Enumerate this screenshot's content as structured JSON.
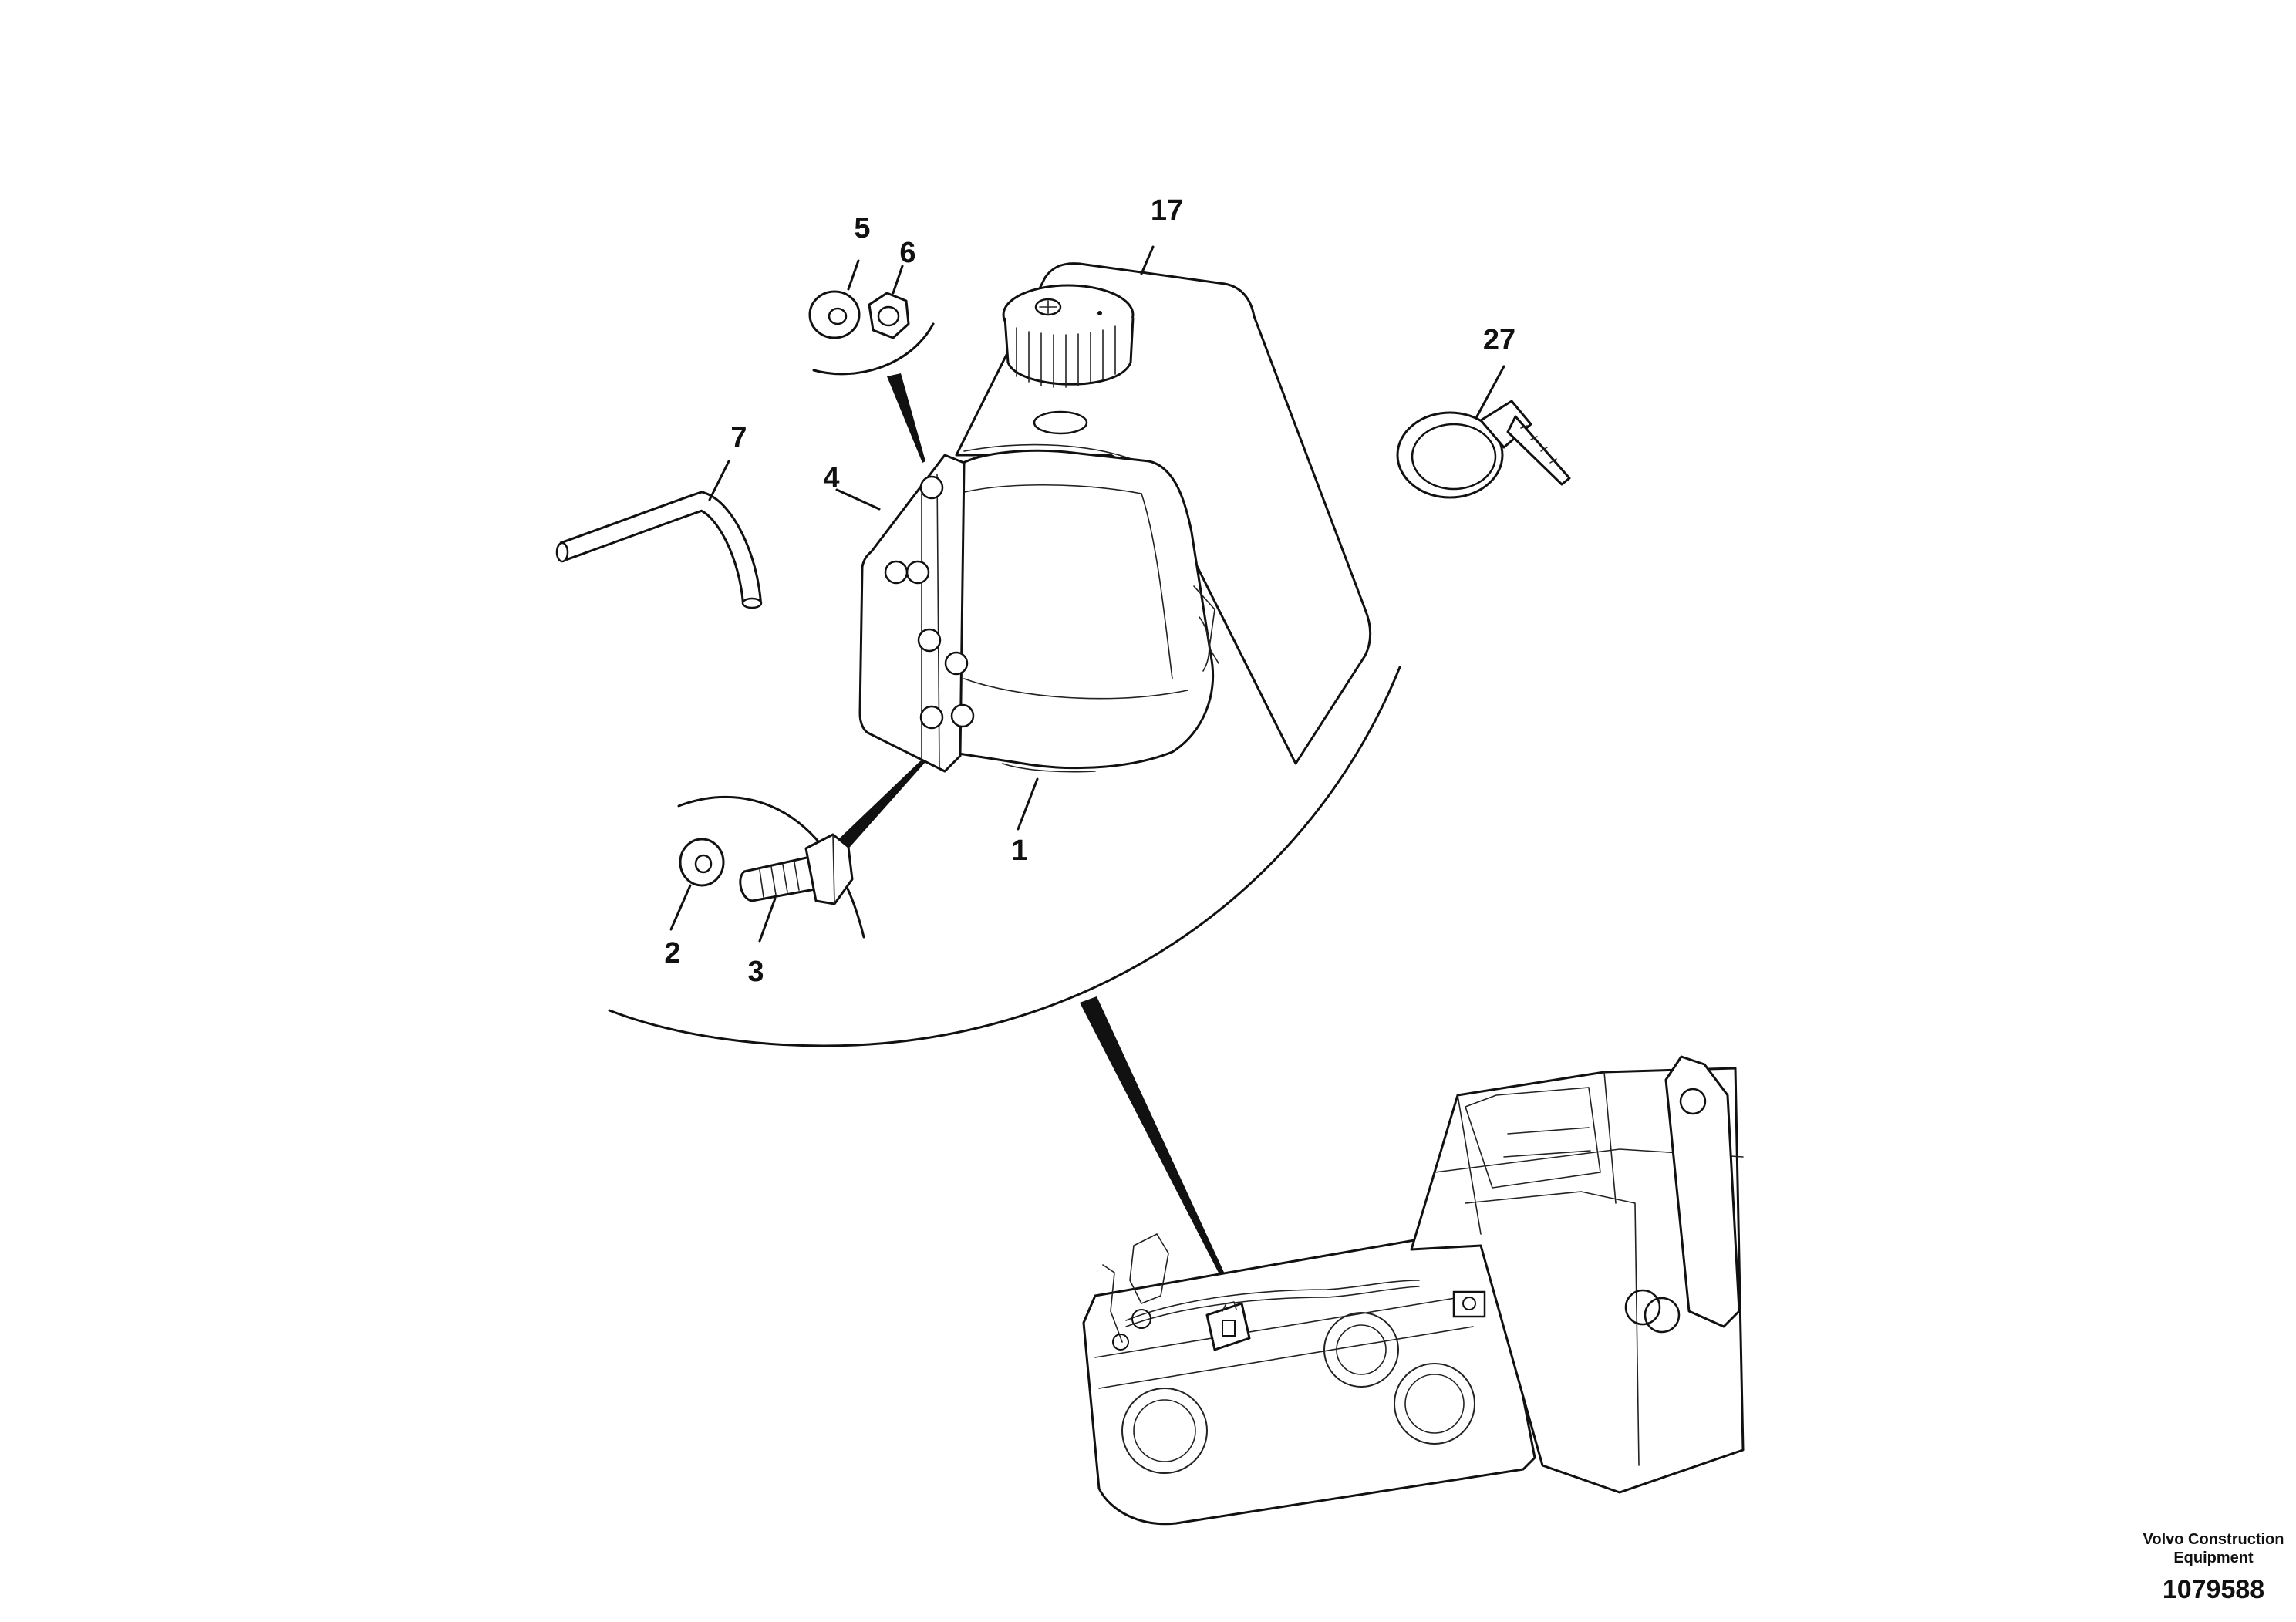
{
  "callouts": [
    {
      "id": "c1",
      "text": "1"
    },
    {
      "id": "c2",
      "text": "2"
    },
    {
      "id": "c3",
      "text": "3"
    },
    {
      "id": "c4",
      "text": "4"
    },
    {
      "id": "c5",
      "text": "5"
    },
    {
      "id": "c6",
      "text": "6"
    },
    {
      "id": "c7",
      "text": "7"
    },
    {
      "id": "c17",
      "text": "17"
    },
    {
      "id": "c27",
      "text": "27"
    }
  ],
  "footer": {
    "brand_line1": "Volvo Construction",
    "brand_line2": "Equipment",
    "doc_number": "1079588"
  }
}
